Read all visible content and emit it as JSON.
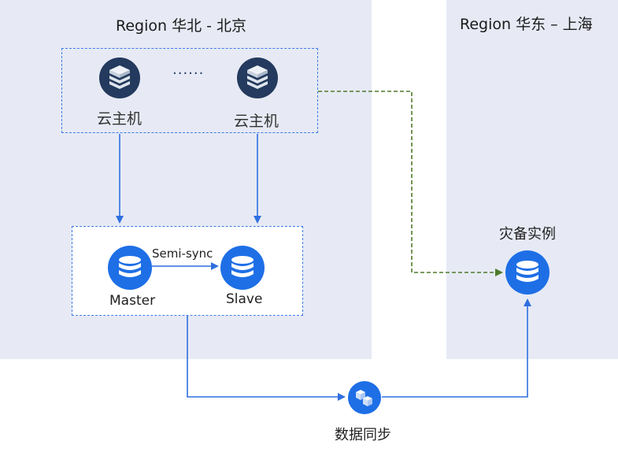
{
  "regions": {
    "north": {
      "title": "Region 华北 - 北京"
    },
    "east": {
      "title": "Region 华东 – 上海"
    }
  },
  "vm_group": {
    "vm_left": {
      "label": "云主机",
      "icon": "server-icon"
    },
    "vm_right": {
      "label": "云主机",
      "icon": "server-icon"
    },
    "ellipsis": "......"
  },
  "db_group": {
    "master": {
      "label": "Master",
      "icon": "database-icon"
    },
    "slave": {
      "label": "Slave",
      "icon": "database-icon"
    },
    "replication": "Semi-sync"
  },
  "dr_instance": {
    "label": "灾备实例",
    "icon": "database-icon"
  },
  "sync_node": {
    "label": "数据同步",
    "icon": "data-sync-icon"
  },
  "colors": {
    "region_bg": "#e7eaf5",
    "primary_blue": "#1e6fe6",
    "arrow_blue": "#3b7ae8",
    "dashed_green": "#4f7a2a",
    "server_navy": "#243a5e"
  }
}
